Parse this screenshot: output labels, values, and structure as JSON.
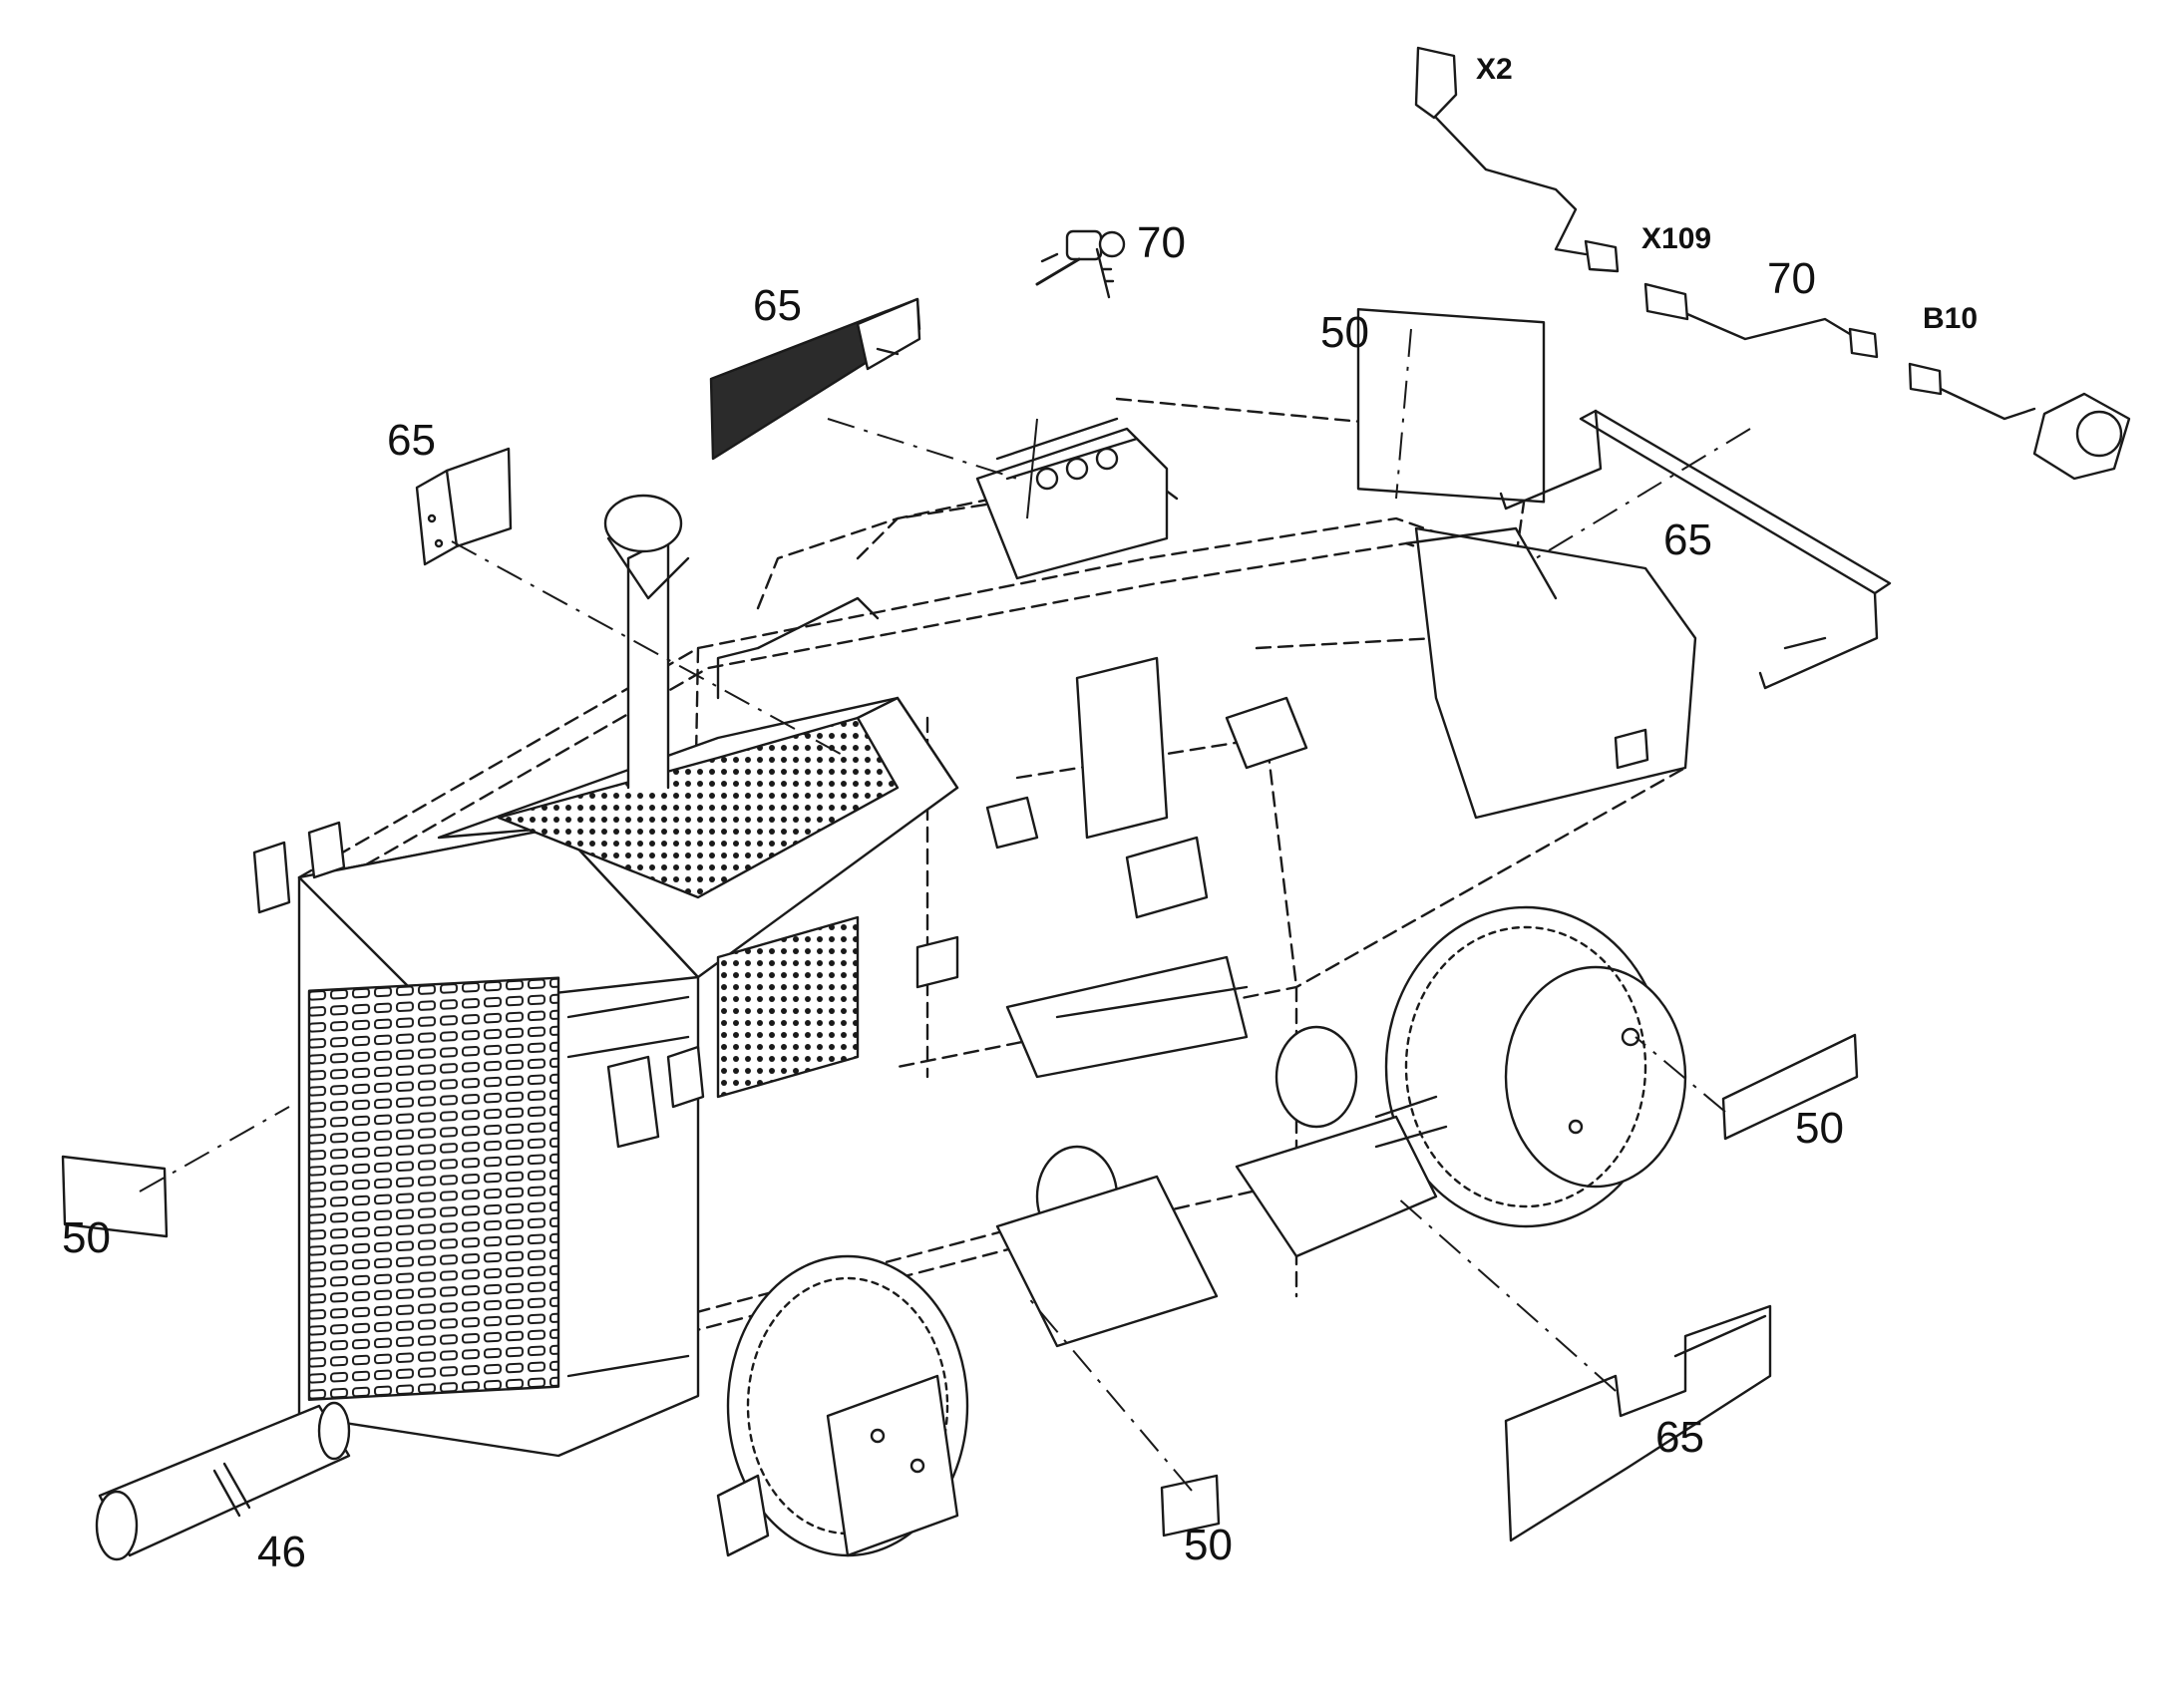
{
  "diagram": {
    "colors": {
      "line": "#1a1a1a",
      "fill_dark": "#2b2b2b",
      "paper": "#ffffff"
    },
    "callouts": {
      "c70_key": "70",
      "c65_plate_top": "65",
      "c65_bracket_left": "65",
      "c50_decal_top": "50",
      "c65_frame_right": "65",
      "c50_decal_left": "50",
      "c50_decal_right": "50",
      "c50_decal_bottom": "50",
      "c65_plate_bottom": "65",
      "c46_hose": "46",
      "c70_harness": "70"
    },
    "connectors": {
      "x2": "X2",
      "x109": "X109",
      "b10": "B10"
    }
  }
}
